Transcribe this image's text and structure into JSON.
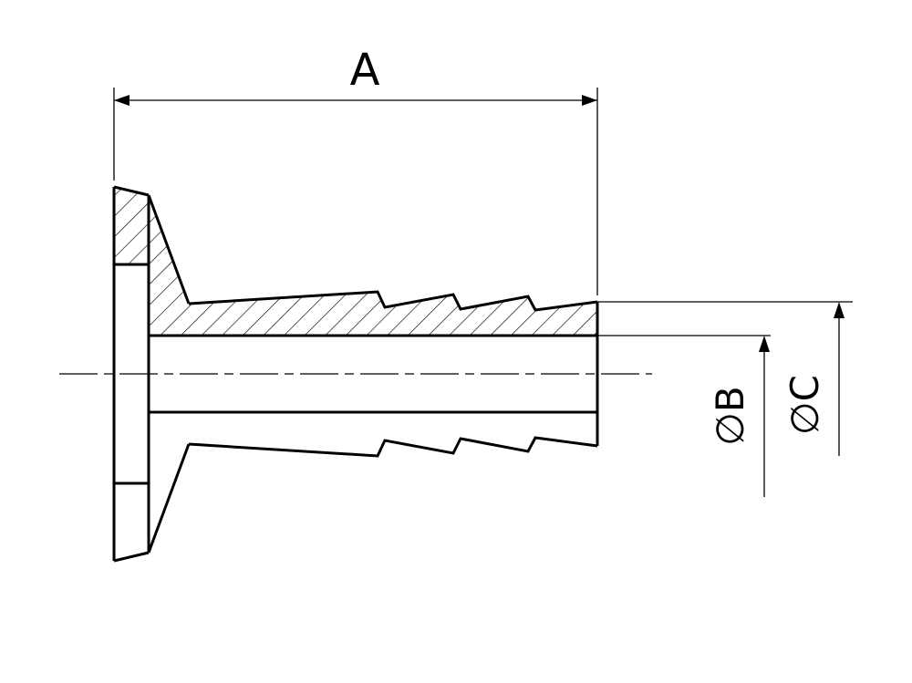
{
  "drawing_type": "technical-drawing-cross-section",
  "part": "flanged hose barb fitting, half-section view with hatching",
  "labels": {
    "dim_a": "A",
    "dim_b": "∅B",
    "dim_c": "∅C"
  },
  "colors": {
    "line": "#000000",
    "background": "#ffffff"
  }
}
